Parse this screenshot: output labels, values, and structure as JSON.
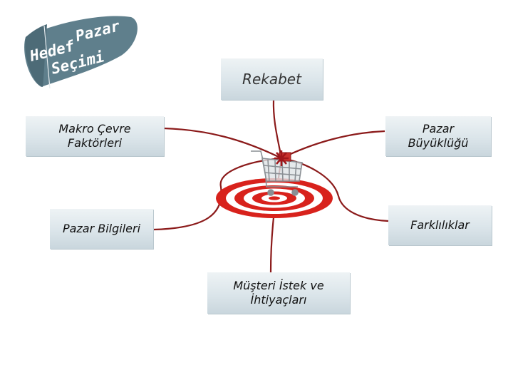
{
  "title": {
    "line1": "Pazar",
    "line2": "Hedef",
    "line3": "Seçimi"
  },
  "boxes": {
    "rekabet": "Rekabet",
    "makro": "Makro Çevre\nFaktörleri",
    "pazar_buyuklugu": "Pazar\nBüyüklüğü",
    "pazar_bilgileri": "Pazar Bilgileri",
    "farkliliklar": "Farklılıklar",
    "musteri": "Müşteri İstek ve\nİhtiyaçları"
  },
  "colors": {
    "connector": "#8b1a1a",
    "target_red": "#d8221c",
    "ribbon": "#5f7f8c",
    "box_bg": "#dbe5ea"
  },
  "icons": {
    "center": "shopping-cart-icon",
    "target": "bullseye-target-icon"
  }
}
